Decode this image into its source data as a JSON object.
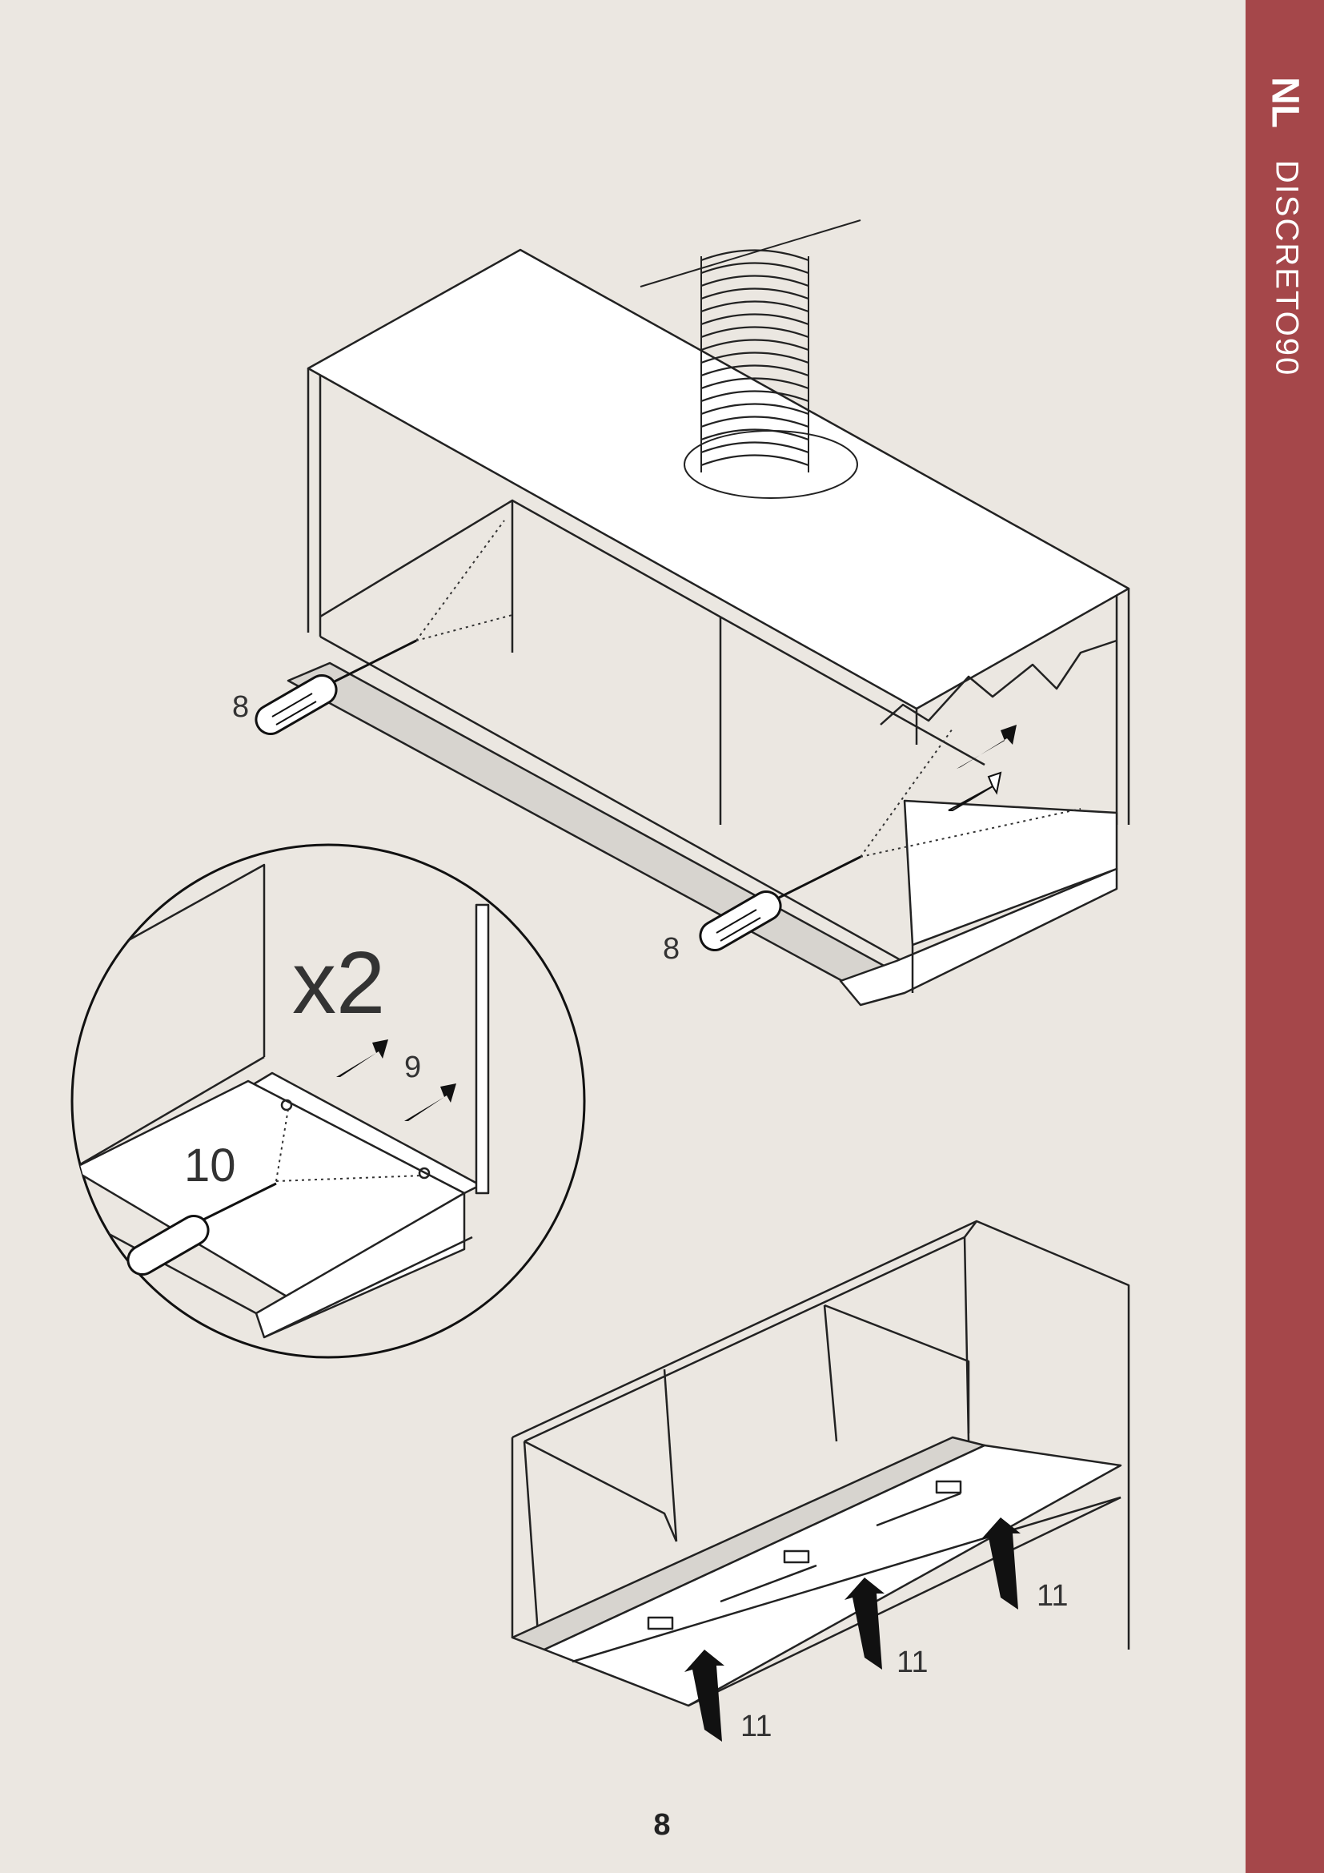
{
  "sidebar": {
    "language": "NL",
    "model": "DISCRETO90",
    "accent_color": "#a5474a"
  },
  "page_number": "8",
  "illustration": {
    "step_labels": {
      "screw_left": "8",
      "screw_right": "8",
      "push_bracket": "9",
      "tighten_screw": "10",
      "filter_1": "11",
      "filter_2": "11",
      "filter_3": "11"
    },
    "detail_multiplier": "x2",
    "icons": [
      "screwdriver-icon",
      "duct-icon",
      "arrow-up-icon",
      "arrow-right-icon"
    ]
  }
}
